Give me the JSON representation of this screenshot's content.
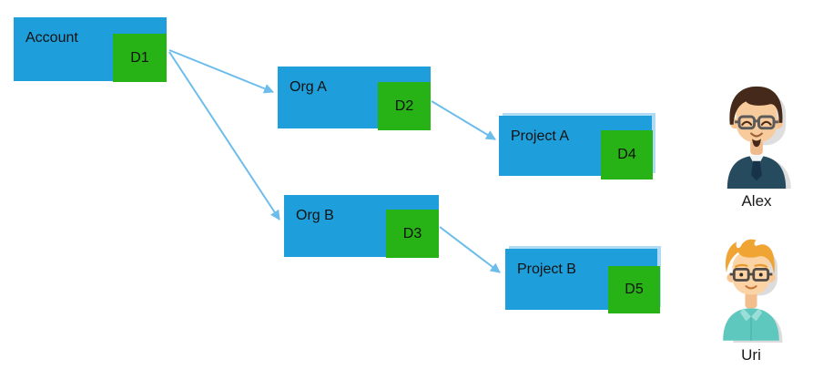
{
  "diagram": {
    "nodes": [
      {
        "label": "Account",
        "badge": "D1"
      },
      {
        "label": "Org A",
        "badge": "D2"
      },
      {
        "label": "Project A",
        "badge": "D4"
      },
      {
        "label": "Org B",
        "badge": "D3"
      },
      {
        "label": "Project B",
        "badge": "D5"
      }
    ],
    "edges": [
      {
        "from": "D1",
        "to": "Org A"
      },
      {
        "from": "D1",
        "to": "Org B"
      },
      {
        "from": "D2",
        "to": "Project A"
      },
      {
        "from": "D3",
        "to": "Project B"
      }
    ],
    "colors": {
      "node_blue": "#1e9fdb",
      "badge_green": "#27b215",
      "arrow_blue": "#6cbdeb",
      "text": "#111111"
    }
  },
  "users": [
    {
      "name": "Alex"
    },
    {
      "name": "Uri"
    }
  ]
}
